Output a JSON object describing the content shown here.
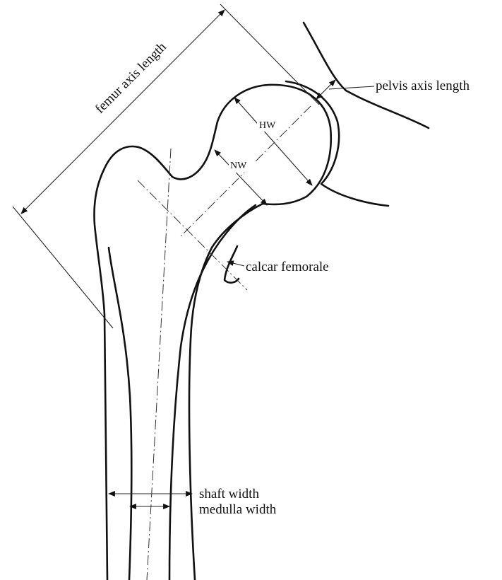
{
  "labels": {
    "femur_axis_length": "femur axis length",
    "pelvis_axis_length": "pelvis axis length",
    "hw": "HW",
    "nw": "NW",
    "calcar_femorale": "calcar femorale",
    "shaft_width": "shaft width",
    "medulla_width": "medulla width"
  },
  "colors": {
    "line": "#111111",
    "background": "#ffffff"
  }
}
